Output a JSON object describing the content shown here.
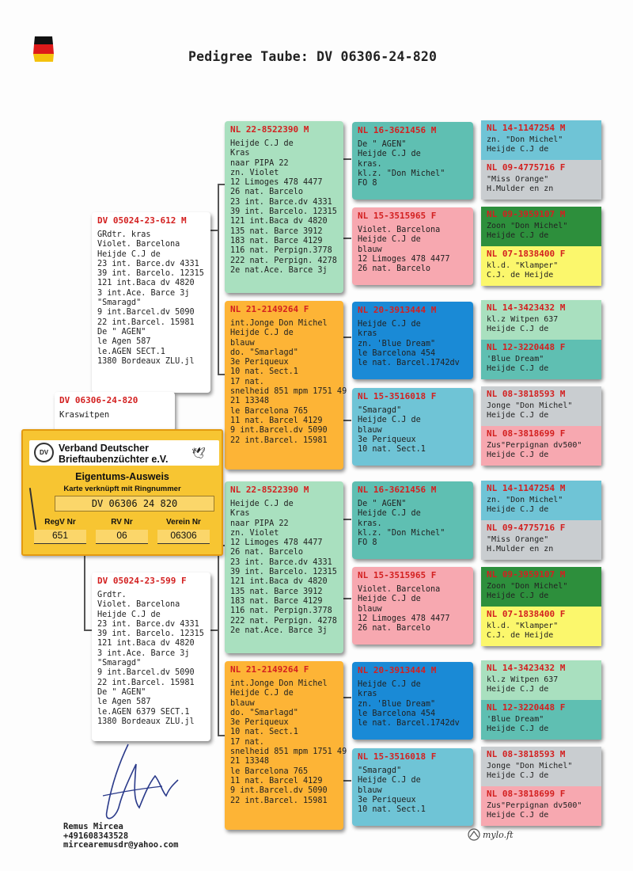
{
  "title": "Pedigree Taube: DV 06306-24-820",
  "subject": {
    "ring": "DV 06306-24-820",
    "name": "Kraswitpen"
  },
  "card": {
    "org1": "Verband Deutscher",
    "org2": "Brieftaubenzüchter e.V.",
    "heading": "Eigentums-Ausweis",
    "subheading": "Karte verknüpft mit Ringnummer",
    "ring": "DV 06306 24 820",
    "labels": [
      "RegV Nr",
      "RV Nr",
      "Verein Nr"
    ],
    "values": [
      "651",
      "06",
      "06306"
    ]
  },
  "contact": [
    "Remus Mircea",
    "+491608343528",
    "mircearemusdr@yahoo.com"
  ],
  "brand": "mylo.ft",
  "colors": {
    "green_light": "#a9e0bf",
    "green_dark": "#2d8f3c",
    "teal": "#5fbfb2",
    "pink": "#f7a8b0",
    "orange": "#fdb436",
    "blue": "#1a8ad6",
    "sky": "#6fc4d6",
    "grey": "#c9cdd0",
    "yellow": "#fbf76c",
    "red": "#d32020"
  },
  "icons": [
    "germany-flag-icon",
    "association-logo-icon",
    "pigeon-icon",
    "signature-icon",
    "mylo-logo-icon"
  ],
  "parents": [
    {
      "ring": "DV 05024-23-612 M",
      "lines": [
        "GRdtr.      kras",
        "Violet. Barcelona",
        "Heijde C.J de",
        "23 int. Barce.dv 4331",
        "39 int. Barcelo. 12315",
        "121 int.Baca dv 4820",
        "3 int.Ace. Barce 3j",
        "\"Smaragd\"",
        "9 int.Barcel.dv 5090",
        "22 int.Barcel. 15981",
        "De \" AGEN\"",
        "le Agen 587",
        "le.AGEN SECT.1",
        "1380 Bordeaux ZLU.jl"
      ]
    },
    {
      "ring": "DV 05024-23-599 F",
      "lines": [
        "Grdtr.",
        "Violet. Barcelona",
        "Heijde C.J de",
        "23 int. Barce.dv 4331",
        "39 int. Barcelo. 12315",
        "121 int.Baca dv 4820",
        "3 int.Ace. Barce 3j",
        "\"Smaragd\"",
        "9 int.Barcel.dv 5090",
        "22 int.Barcel. 15981",
        "De \" AGEN\"",
        "le Agen 587",
        "le.AGEN 6379 SECT.1",
        "1380 Bordeaux ZLU.jl"
      ]
    }
  ],
  "grandparents": [
    {
      "ring": "NL 22-8522390 M",
      "lines": [
        "Heijde C.J de",
        "Kras",
        "naar PIPA 22",
        "zn. Violet",
        "12 Limoges 478 4477",
        "26 nat. Barcelo",
        "23 int. Barce.dv 4331",
        "39 int. Barcelo. 12315",
        "121 int.Baca dv 4820",
        "135 nat. Barce 3912",
        "183 nat. Barce 4129",
        "116 nat. Perpign.3778",
        "222 nat. Perpign. 4278",
        "2e nat.Ace. Barce 3j"
      ]
    },
    {
      "ring": "NL 21-2149264 F",
      "lines": [
        "int.Jonge Don Michel",
        "Heijde C.J de",
        "blauw",
        "do. \"Smarlagd\"",
        "3e Periqueux",
        "10 nat. Sect.1",
        "17 nat.",
        "snelheid 851 mpm 1751 49",
        "21 13348",
        "le Barcelona 765",
        "11 nat. Barcel 4129",
        "9 int.Barcel.dv 5090",
        "22 int.Barcel. 15981"
      ]
    },
    {
      "ring": "NL 22-8522390 M",
      "lines": [
        "Heijde C.J de",
        "Kras",
        "naar PIPA 22",
        "zn. Violet",
        "12 Limoges 478 4477",
        "26 nat. Barcelo",
        "23 int. Barce.dv 4331",
        "39 int. Barcelo. 12315",
        "121 int.Baca dv 4820",
        "135 nat. Barce 3912",
        "183 nat. Barce 4129",
        "116 nat. Perpign.3778",
        "222 nat. Perpign. 4278",
        "2e nat.Ace. Barce 3j"
      ]
    },
    {
      "ring": "NL 21-2149264 F",
      "lines": [
        "int.Jonge Don Michel",
        "Heijde C.J de",
        "blauw",
        "do. \"Smarlagd\"",
        "3e Periqueux",
        "10 nat. Sect.1",
        "17 nat.",
        "snelheid 851 mpm 1751 49",
        "21 13348",
        "le Barcelona 765",
        "11 nat. Barcel 4129",
        "9 int.Barcel.dv 5090",
        "22 int.Barcel. 15981"
      ]
    }
  ],
  "great_grandparents": [
    {
      "ring": "NL 16-3621456 M",
      "lines": [
        "De \" AGEN\"",
        "Heijde C.J de",
        "kras.",
        "kl.z. \"Don Michel\"",
        "FO 8"
      ]
    },
    {
      "ring": "NL 15-3515965 F",
      "lines": [
        "Violet. Barcelona",
        "Heijde C.J de",
        "blauw",
        "12 Limoges 478 4477",
        "26 nat. Barcelo"
      ]
    },
    {
      "ring": "NL 20-3913444 M",
      "lines": [
        "Heijde C.J de",
        "kras",
        "zn. 'Blue Dream\"",
        "le Barcelona 454",
        "le nat. Barcel.1742dv"
      ]
    },
    {
      "ring": "NL 15-3516018 F",
      "lines": [
        "\"Smaragd\"",
        "Heijde C.J de",
        "blauw",
        "3e Periqueux",
        "10 nat. Sect.1"
      ]
    },
    {
      "ring": "NL 16-3621456 M",
      "lines": [
        "De \" AGEN\"",
        "Heijde C.J de",
        "kras.",
        "kl.z. \"Don Michel\"",
        "FO 8"
      ]
    },
    {
      "ring": "NL 15-3515965 F",
      "lines": [
        "Violet. Barcelona",
        "Heijde C.J de",
        "blauw",
        "12 Limoges 478 4477",
        "26 nat. Barcelo"
      ]
    },
    {
      "ring": "NL 20-3913444 M",
      "lines": [
        "Heijde C.J de",
        "kras",
        "zn. 'Blue Dream\"",
        "le Barcelona 454",
        "le nat. Barcel.1742dv"
      ]
    },
    {
      "ring": "NL 15-3516018 F",
      "lines": [
        "\"Smaragd\"",
        "Heijde C.J de",
        "blauw",
        "3e Periqueux",
        "10 nat. Sect.1"
      ]
    }
  ],
  "ggg": [
    {
      "ring": "NL 14-1147254 M",
      "lines": [
        "zn. \"Don Michel\"",
        "Heijde C.J de"
      ]
    },
    {
      "ring": "NL 09-4775716 F",
      "lines": [
        "\"Miss Orange\"",
        "H.Mulder en zn"
      ]
    },
    {
      "ring": "NL 09-3959107 M",
      "lines": [
        "Zoon \"Don Michel\"",
        "Heijde C.J de"
      ]
    },
    {
      "ring": "NL 07-1838400 F",
      "lines": [
        "kl.d. \"Klamper\"",
        "C.J. de Heijde"
      ]
    },
    {
      "ring": "NL 14-3423432 M",
      "lines": [
        "kl.z Witpen 637",
        "Heijde C.J de"
      ]
    },
    {
      "ring": "NL 12-3220448 F",
      "lines": [
        "'Blue Dream\"",
        "Heijde C.J de"
      ]
    },
    {
      "ring": "NL 08-3818593 M",
      "lines": [
        "Jonge \"Don Michel\"",
        "Heijde C.J de"
      ]
    },
    {
      "ring": "NL 08-3818699 F",
      "lines": [
        "Zus\"Perpignan dv500\"",
        "Heijde C.J de"
      ]
    },
    {
      "ring": "NL 14-1147254 M",
      "lines": [
        "zn. \"Don Michel\"",
        "Heijde C.J de"
      ]
    },
    {
      "ring": "NL 09-4775716 F",
      "lines": [
        "\"Miss Orange\"",
        "H.Mulder en zn"
      ]
    },
    {
      "ring": "NL 09-3959107 M",
      "lines": [
        "Zoon \"Don Michel\"",
        "Heijde C.J de"
      ]
    },
    {
      "ring": "NL 07-1838400 F",
      "lines": [
        "kl.d. \"Klamper\"",
        "C.J. de Heijde"
      ]
    },
    {
      "ring": "NL 14-3423432 M",
      "lines": [
        "kl.z Witpen 637",
        "Heijde C.J de"
      ]
    },
    {
      "ring": "NL 12-3220448 F",
      "lines": [
        "'Blue Dream\"",
        "Heijde C.J de"
      ]
    },
    {
      "ring": "NL 08-3818593 M",
      "lines": [
        "Jonge \"Don Michel\"",
        "Heijde C.J de"
      ]
    },
    {
      "ring": "NL 08-3818699 F",
      "lines": [
        "Zus\"Perpignan dv500\"",
        "Heijde C.J de"
      ]
    }
  ]
}
